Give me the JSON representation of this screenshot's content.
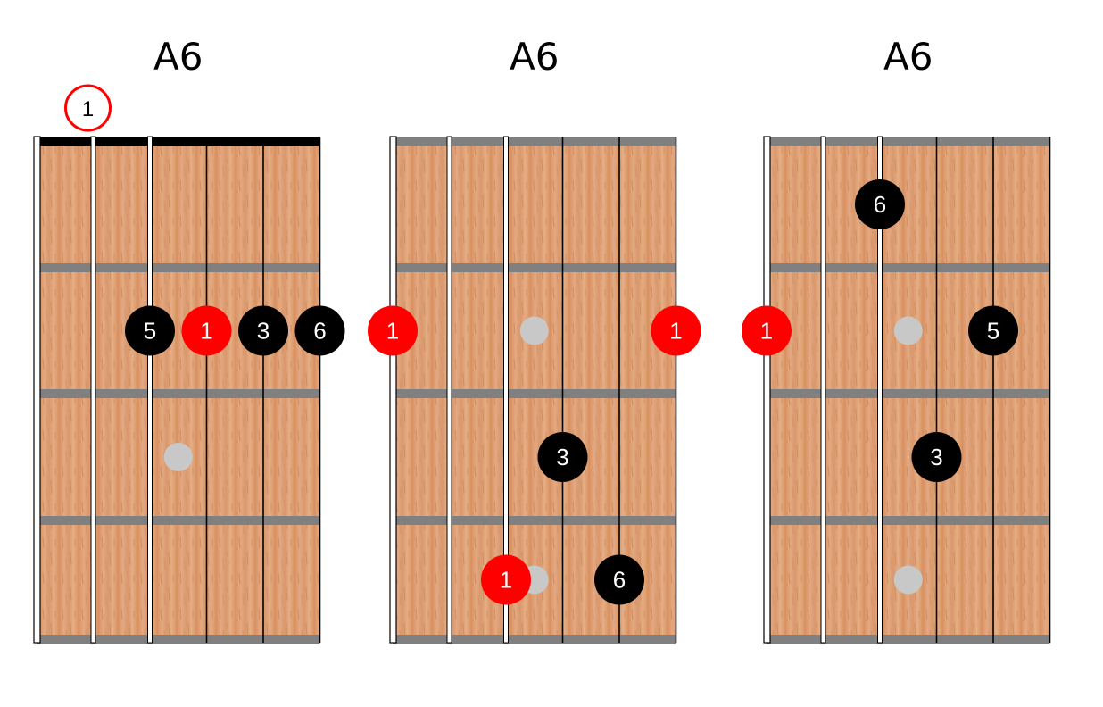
{
  "diagrams": [
    {
      "title": "A6",
      "nut": true,
      "open_markers": [
        {
          "string": 1,
          "label": "1"
        }
      ],
      "fret_dots": [
        {
          "string": 3,
          "fret": 3
        }
      ],
      "notes": [
        {
          "string": 3,
          "fret": 2,
          "label": "5",
          "color": "#000000"
        },
        {
          "string": 4,
          "fret": 2,
          "label": "1",
          "color": "#ff0000"
        },
        {
          "string": 5,
          "fret": 2,
          "label": "3",
          "color": "#000000"
        },
        {
          "string": 6,
          "fret": 2,
          "label": "6",
          "color": "#000000"
        }
      ]
    },
    {
      "title": "A6",
      "nut": false,
      "open_markers": [],
      "fret_dots": [
        {
          "string": 3,
          "fret": 2
        },
        {
          "string": 3,
          "fret": 4
        }
      ],
      "notes": [
        {
          "string": 1,
          "fret": 2,
          "label": "1",
          "color": "#ff0000"
        },
        {
          "string": 6,
          "fret": 2,
          "label": "1",
          "color": "#ff0000"
        },
        {
          "string": 4,
          "fret": 3,
          "label": "3",
          "color": "#000000"
        },
        {
          "string": 3,
          "fret": 4,
          "label": "1",
          "color": "#ff0000"
        },
        {
          "string": 5,
          "fret": 4,
          "label": "6",
          "color": "#000000"
        }
      ]
    },
    {
      "title": "A6",
      "nut": false,
      "open_markers": [],
      "fret_dots": [
        {
          "string": 3,
          "fret": 2
        },
        {
          "string": 3,
          "fret": 4
        }
      ],
      "notes": [
        {
          "string": 3,
          "fret": 1,
          "label": "6",
          "color": "#000000"
        },
        {
          "string": 1,
          "fret": 2,
          "label": "1",
          "color": "#ff0000"
        },
        {
          "string": 5,
          "fret": 2,
          "label": "5",
          "color": "#000000"
        },
        {
          "string": 4,
          "fret": 3,
          "label": "3",
          "color": "#000000"
        }
      ]
    }
  ],
  "colors": {
    "wood_light": "#e2a57a",
    "wood_dark": "#c98257",
    "fret": "#808080",
    "nut": "#000000",
    "string": "#000000",
    "dot": "#c8c8c8",
    "root": "#ff0000",
    "note": "#000000"
  }
}
